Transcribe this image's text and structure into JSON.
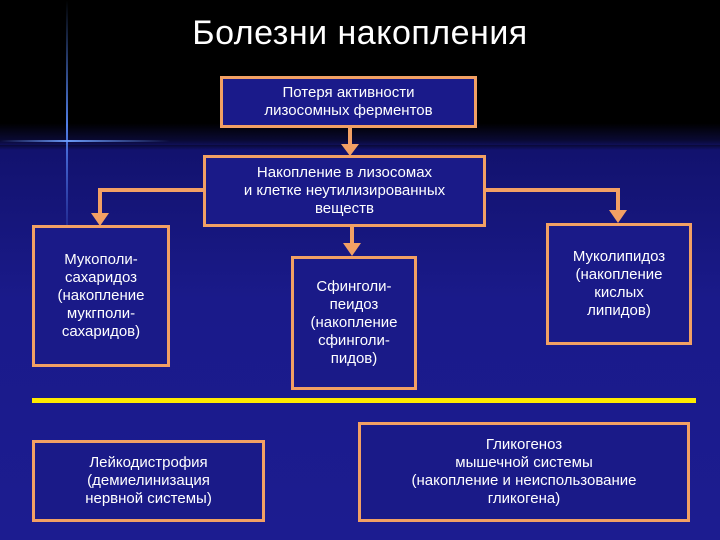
{
  "title": "Болезни накопления",
  "boxes": {
    "loss": "Потеря активности\nлизосомных ферментов",
    "accumulation": "Накопление в лизосомах\nи клетке неутилизированных\nвеществ",
    "mucopoly": "Мукополи-\nсахаридоз\n(накопление\nмукгполи-\nсахаридов)",
    "sphingo": "Сфинголи-\nпеидоз\n(накопление\nсфинголи-\nпидов)",
    "mucolipid": "Муколипидоз\n(накопление\nкислых\nлипидов)",
    "leuko": "Лейкодистрофия\n(демиелинизация\nнервной системы)",
    "glyco": "Гликогеноз\nмышечной системы\n(накопление и неиспользование\nгликогена)"
  },
  "colors": {
    "border": "#f2a064",
    "box_fill": "#1a1a88",
    "separator": "#ffeb00",
    "text": "#ffffff"
  }
}
